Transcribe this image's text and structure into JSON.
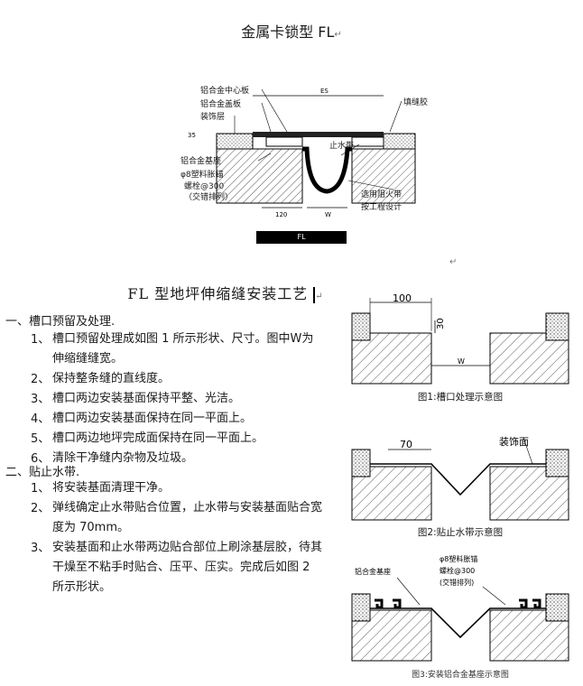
{
  "top_title": "金属卡锁型 FL",
  "top_diagram": {
    "labels": [
      "铝合金中心板",
      "铝合金盖板",
      "装饰层",
      "铝合金基座",
      "φ8塑料胀锚",
      "螺栓@300",
      "（交错排列）",
      "填缝胶",
      "止水带",
      "选用阻火带",
      "按工程设计"
    ],
    "dims": [
      "ES",
      "120",
      "W",
      "35"
    ],
    "bar_label": "FL"
  },
  "process_title": "FL 型地坪伸缩缝安装工艺",
  "section1": {
    "heading": "一、槽口预留及处理.",
    "items": [
      {
        "num": "1、",
        "text": "槽口预留处理成如图 1 所示形状、尺寸。图中W为伸缩缝缝宽。"
      },
      {
        "num": "2、",
        "text": "保持整条缝的直线度。"
      },
      {
        "num": "3、",
        "text": "槽口两边安装基面保持平整、光洁。"
      },
      {
        "num": "4、",
        "text": "槽口两边安装基面保持在同一平面上。"
      },
      {
        "num": "5、",
        "text": "槽口两边地坪完成面保持在同一平面上。"
      },
      {
        "num": "6、",
        "text": "清除干净缝内杂物及垃圾。"
      }
    ]
  },
  "section2": {
    "heading": "二、贴止水带.",
    "items": [
      {
        "num": "1、",
        "text": "将安装基面清理干净。"
      },
      {
        "num": "2、",
        "text": "弹线确定止水带贴合位置，止水带与安装基面贴合宽度为 70mm。"
      },
      {
        "num": "3、",
        "text": "安装基面和止水带两边贴合部位上刷涂基层胶，待其干燥至不粘手时贴合、压平、压实。完成后如图 2 所示形状。"
      }
    ]
  },
  "fig1": {
    "caption": "图1:槽口处理示意图",
    "dim_top": "100",
    "dim_side": "30",
    "dim_w": "W"
  },
  "fig2": {
    "caption": "图2:贴止水带示意图",
    "dim_top": "70",
    "label": "装饰面"
  },
  "fig3": {
    "caption": "图3:安装铝合金基座示意图",
    "label_left": "铝合金基座",
    "label_right1": "φ8塑料胀锚",
    "label_right2": "螺栓@300",
    "label_right3": "(交错排列)"
  }
}
